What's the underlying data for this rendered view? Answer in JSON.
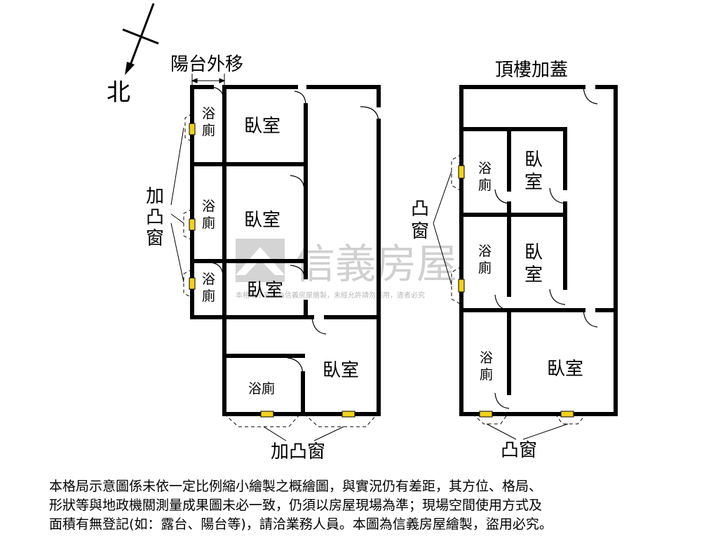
{
  "north_label": "北",
  "balcony_shift_label": "陽台外移",
  "roof_addition_label": "頂樓加蓋",
  "left_plan": {
    "rooms": [
      {
        "label": "浴\n廁"
      },
      {
        "label": "臥室"
      },
      {
        "label": "浴\n廁"
      },
      {
        "label": "臥室"
      },
      {
        "label": "浴\n廁"
      },
      {
        "label": "臥室"
      },
      {
        "label": "浴廁"
      },
      {
        "label": "臥室"
      }
    ],
    "side_window_label": "加\n凸\n窗",
    "bottom_window_label": "加凸窗"
  },
  "right_plan": {
    "rooms": [
      {
        "label": "浴\n廁"
      },
      {
        "label": "臥\n室"
      },
      {
        "label": "浴\n廁"
      },
      {
        "label": "臥\n室"
      },
      {
        "label": "浴\n廁"
      },
      {
        "label": "臥室"
      }
    ],
    "side_window_label": "凸\n窗",
    "bottom_window_label": "凸窗"
  },
  "watermark": {
    "brand": "信義房屋",
    "notice": "本格局示意圖為信義房屋繪製，未經允許請勿盜用，違者必究"
  },
  "disclaimer_lines": [
    "本格局示意圖係未依一定比例縮小繪製之概繪圖，與實況仍有差距，其方位、格局、",
    "形狀等與地政機關測量成果圖未必一致，仍須以房屋現場為準；現場空間使用方式及",
    "面積有無登記(如：露台、陽台等)，請洽業務人員。本圖為信義房屋繪製，盜用必究。"
  ],
  "colors": {
    "wall": "#000000",
    "window": "#f2d21b",
    "watermark": "#c8c8c8"
  }
}
